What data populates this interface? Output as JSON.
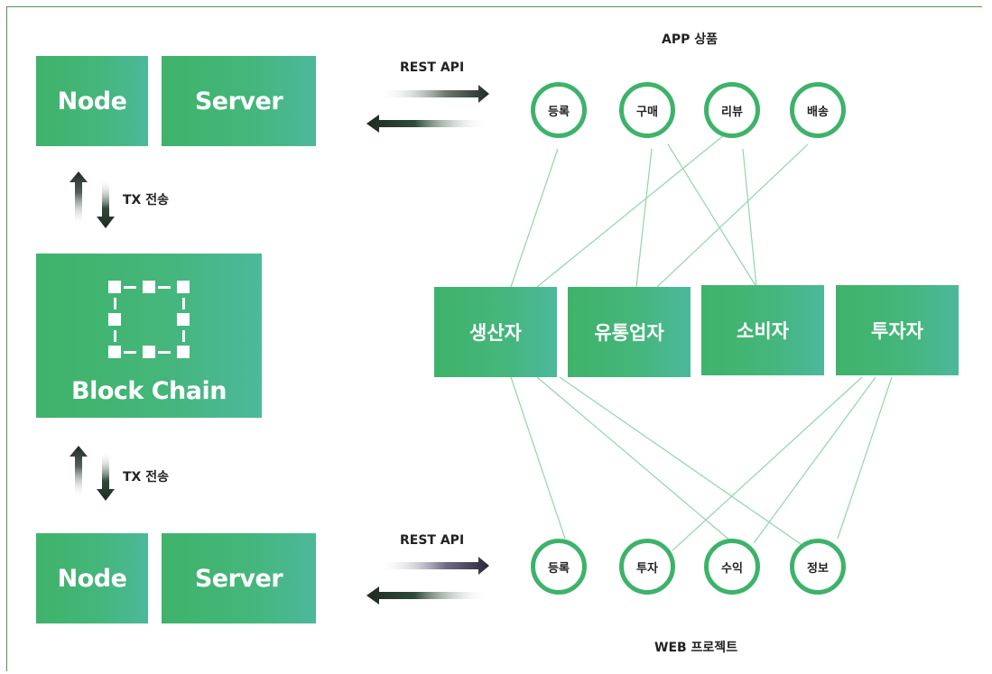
{
  "top_group": {
    "title": "APP 상품",
    "circles": [
      "등록",
      "구매",
      "리뷰",
      "배송"
    ]
  },
  "bottom_group": {
    "title": "WEB 프로젝트",
    "circles": [
      "등록",
      "투자",
      "수익",
      "정보"
    ]
  },
  "roles": [
    "생산자",
    "유통업자",
    "소비자",
    "투자자"
  ],
  "top_stack": {
    "node": "Node",
    "server": "Server"
  },
  "bottom_stack": {
    "node": "Node",
    "server": "Server"
  },
  "block_chain": {
    "label": "Block Chain"
  },
  "transfers": {
    "upper": "TX 전송",
    "lower": "TX 전송"
  },
  "apis": {
    "upper": "REST API",
    "lower": "REST API"
  },
  "colors": {
    "green": "#3db36a",
    "teal": "#4db89c",
    "line": "#8fd6ac",
    "frame": "#4a9a4e"
  }
}
